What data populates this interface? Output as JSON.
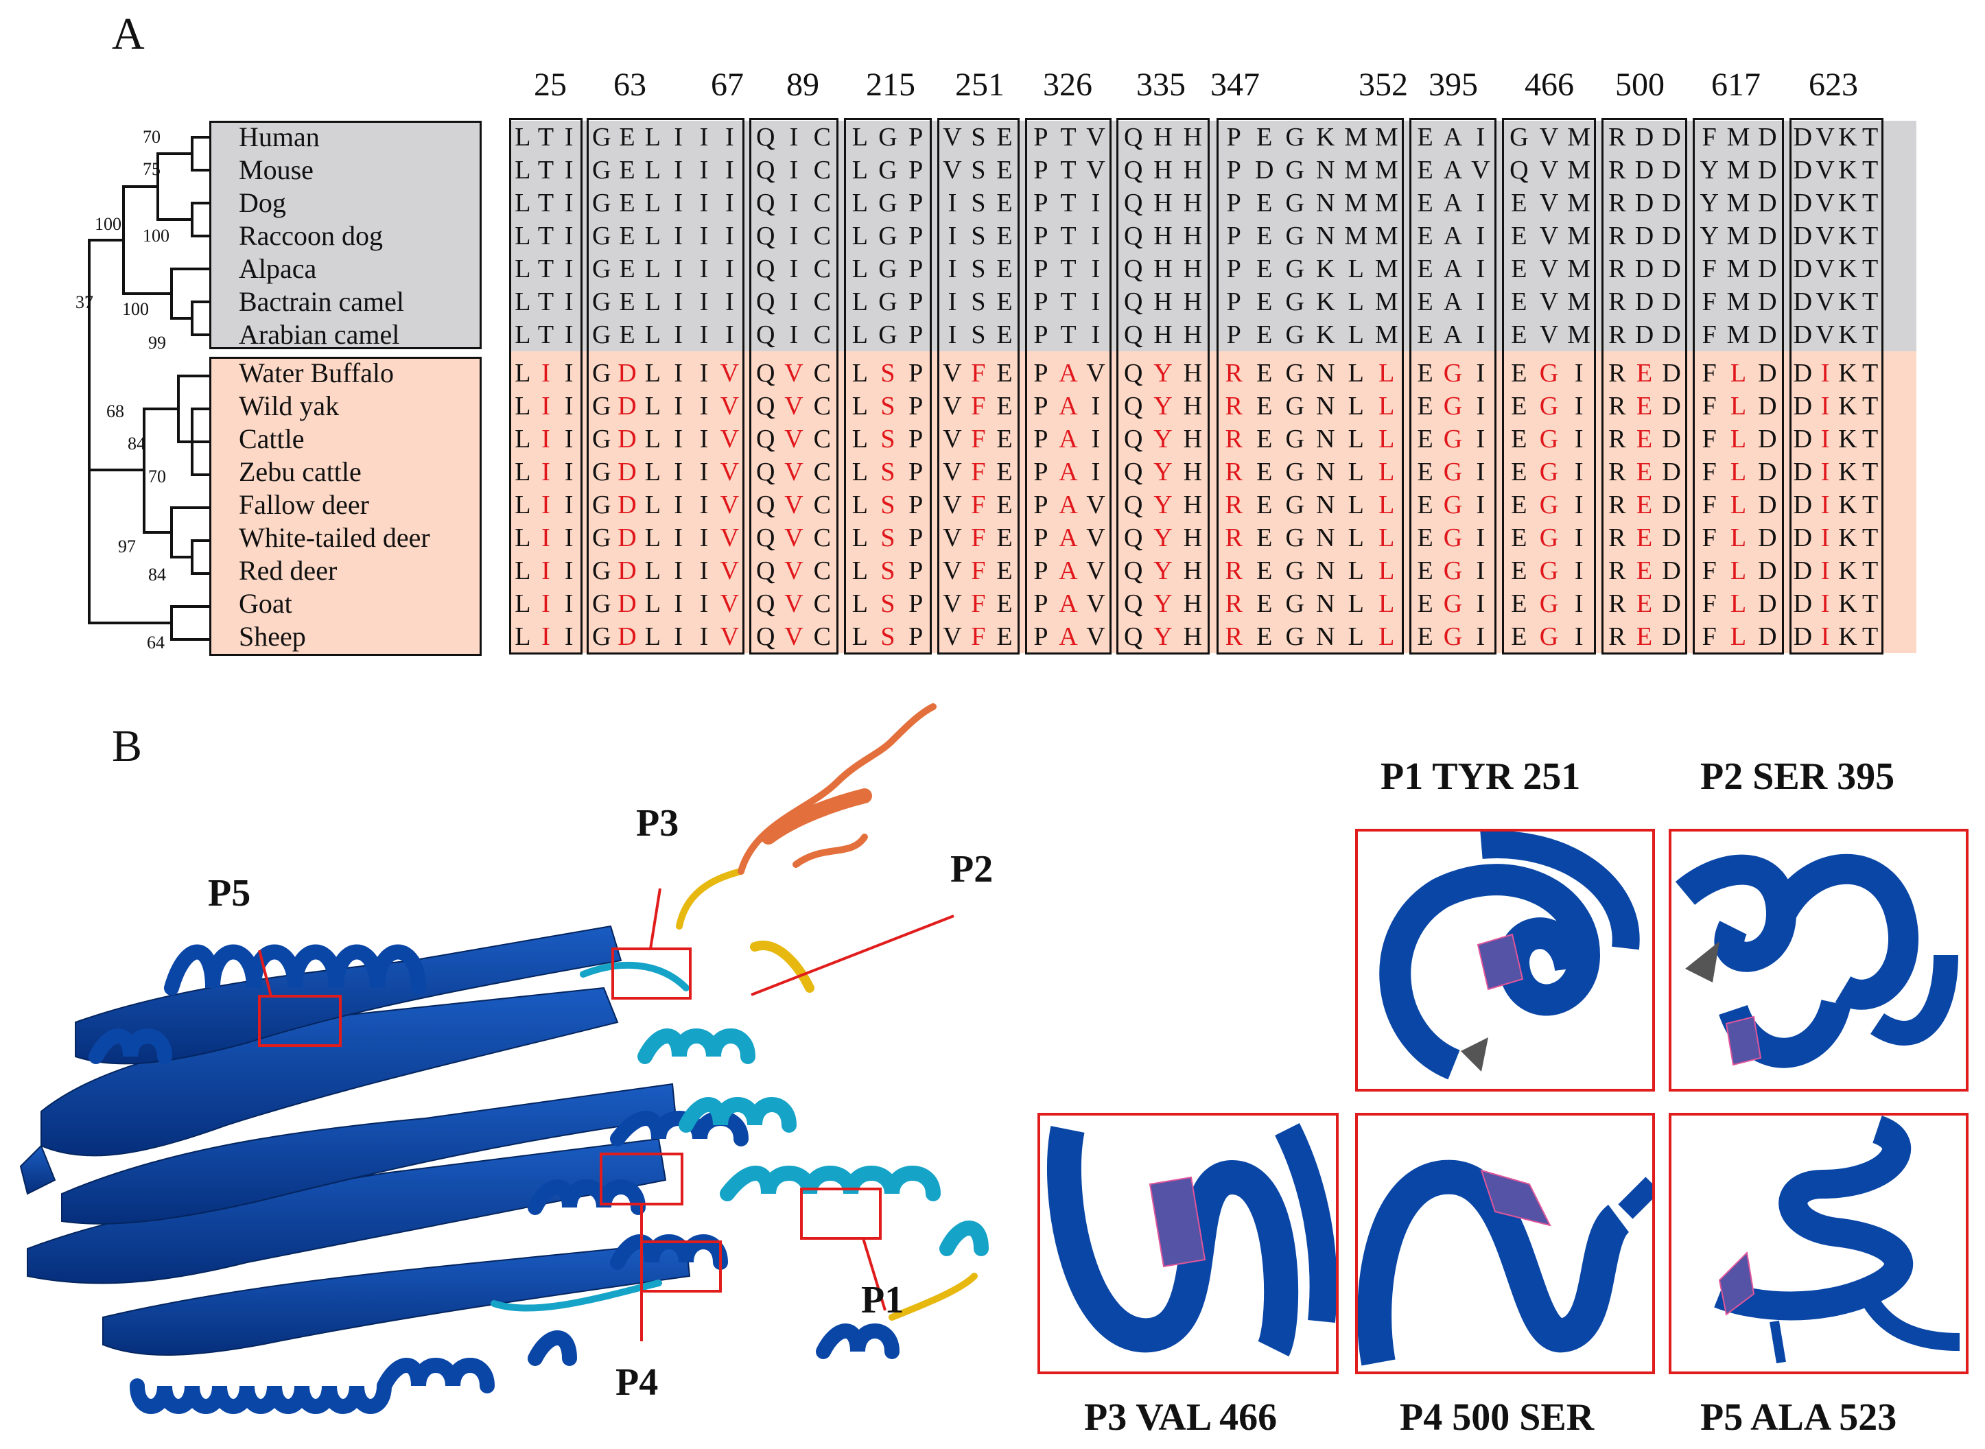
{
  "panel_a": {
    "label": "A",
    "positions": [
      "25",
      "63",
      "67",
      "89",
      "215",
      "251",
      "326",
      "335",
      "347",
      "352",
      "395",
      "466",
      "500",
      "617",
      "623"
    ],
    "species_group1": [
      "Human",
      "Mouse",
      "Dog",
      "Raccoon dog",
      "Alpaca",
      "Bactrain camel",
      "Arabian camel"
    ],
    "species_group2": [
      "Water Buffalo",
      "Wild yak",
      "Cattle",
      "Zebu cattle",
      "Fallow deer",
      "White-tailed deer",
      "Red deer",
      "Goat",
      "Sheep"
    ],
    "bootstrap": [
      "70",
      "75",
      "100",
      "100",
      "37",
      "100",
      "99",
      "68",
      "84",
      "70",
      "97",
      "84",
      "64"
    ],
    "alignment_group1": [
      [
        "LTI",
        "GELIII",
        "QIC",
        "LGP",
        "VSE",
        "PTV",
        "QHH",
        "PEGKMM",
        "EAI",
        "GVM",
        "RDD",
        "FMD",
        "DVKT"
      ],
      [
        "LTI",
        "GELIII",
        "QIC",
        "LGP",
        "VSE",
        "PTV",
        "QHH",
        "PDGNMM",
        "EAV",
        "QVM",
        "RDD",
        "YMD",
        "DVKT"
      ],
      [
        "LTI",
        "GELIII",
        "QIC",
        "LGP",
        "ISE",
        "PTI",
        "QHH",
        "PEGNMM",
        "EAI",
        "EVM",
        "RDD",
        "YMD",
        "DVKT"
      ],
      [
        "LTI",
        "GELIII",
        "QIC",
        "LGP",
        "ISE",
        "PTI",
        "QHH",
        "PEGNMM",
        "EAI",
        "EVM",
        "RDD",
        "YMD",
        "DVKT"
      ],
      [
        "LTI",
        "GELIII",
        "QIC",
        "LGP",
        "ISE",
        "PTI",
        "QHH",
        "PEGKLM",
        "EAI",
        "EVM",
        "RDD",
        "FMD",
        "DVKT"
      ],
      [
        "LTI",
        "GELIII",
        "QIC",
        "LGP",
        "ISE",
        "PTI",
        "QHH",
        "PEGKLM",
        "EAI",
        "EVM",
        "RDD",
        "FMD",
        "DVKT"
      ],
      [
        "LTI",
        "GELIII",
        "QIC",
        "LGP",
        "ISE",
        "PTI",
        "QHH",
        "PEGKLM",
        "EAI",
        "EVM",
        "RDD",
        "FMD",
        "DVKT"
      ]
    ],
    "alignment_group2": [
      [
        "LII",
        "GDLIIV",
        "QVC",
        "LSP",
        "VFE",
        "PAV",
        "QYH",
        "REGNLL",
        "EGI",
        "EGI",
        "RED",
        "FLD",
        "DIKT"
      ],
      [
        "LII",
        "GDLIIV",
        "QVC",
        "LSP",
        "VFE",
        "PAI",
        "QYH",
        "REGNLL",
        "EGI",
        "EGI",
        "RED",
        "FLD",
        "DIKT"
      ],
      [
        "LII",
        "GDLIIV",
        "QVC",
        "LSP",
        "VFE",
        "PAI",
        "QYH",
        "REGNLL",
        "EGI",
        "EGI",
        "RED",
        "FLD",
        "DIKT"
      ],
      [
        "LII",
        "GDLIIV",
        "QVC",
        "LSP",
        "VFE",
        "PAI",
        "QYH",
        "REGNLL",
        "EGI",
        "EGI",
        "RED",
        "FLD",
        "DIKT"
      ],
      [
        "LII",
        "GDLIIV",
        "QVC",
        "LSP",
        "VFE",
        "PAV",
        "QYH",
        "REGNLL",
        "EGI",
        "EGI",
        "RED",
        "FLD",
        "DIKT"
      ],
      [
        "LII",
        "GDLIIV",
        "QVC",
        "LSP",
        "VFE",
        "PAV",
        "QYH",
        "REGNLL",
        "EGI",
        "EGI",
        "RED",
        "FLD",
        "DIKT"
      ],
      [
        "LII",
        "GDLIIV",
        "QVC",
        "LSP",
        "VFE",
        "PAV",
        "QYH",
        "REGNLL",
        "EGI",
        "EGI",
        "RED",
        "FLD",
        "DIKT"
      ],
      [
        "LII",
        "GDLIIV",
        "QVC",
        "LSP",
        "VFE",
        "PAV",
        "QYH",
        "REGNLL",
        "EGI",
        "EGI",
        "RED",
        "FLD",
        "DIKT"
      ],
      [
        "LII",
        "GDLIIV",
        "QVC",
        "LSP",
        "VFE",
        "PAV",
        "QYH",
        "REGNLL",
        "EGI",
        "EGI",
        "RED",
        "FLD",
        "DIKT"
      ]
    ],
    "red_mask": [
      "010",
      "010001",
      "010",
      "010",
      "010",
      "010",
      "010",
      "100001",
      "010",
      "010",
      "010",
      "010",
      "0100"
    ],
    "colors": {
      "group1_bg": "#d3d2d4",
      "group2_bg": "#fdd8c6",
      "highlight": "#e0161b"
    }
  },
  "panel_b": {
    "label": "B",
    "markers": [
      "P1",
      "P2",
      "P3",
      "P4",
      "P5"
    ],
    "insets": [
      "P1 TYR 251",
      "P2 SER 395",
      "P3 VAL 466",
      "P4 500 SER",
      "P5 ALA 523"
    ],
    "colors": {
      "helix": "#0a46a6",
      "light": "#15a3c7",
      "yellow": "#e6b810",
      "orange": "#e3703c",
      "box": "#e01c1c"
    }
  }
}
